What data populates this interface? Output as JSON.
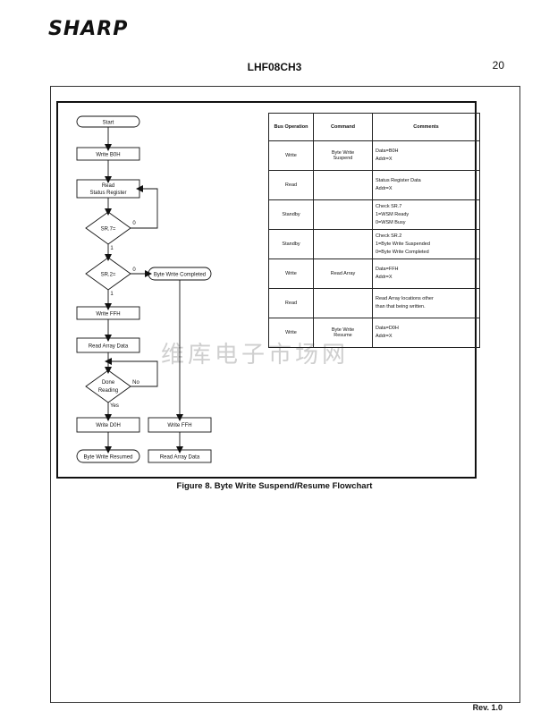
{
  "header": {
    "logo": "SHARP",
    "doc_id": "LHF08CH3",
    "page_number": "20"
  },
  "flowchart": {
    "start": "Start",
    "write_b0h": "Write B0H",
    "read_status_1": "Read",
    "read_status_2": "Status Register",
    "sr7": "SR.7=",
    "sr7_zero": "0",
    "sr7_one": "1",
    "sr2": "SR.2=",
    "sr2_zero": "0",
    "sr2_one": "1",
    "byte_write_completed": "Byte Write Completed",
    "write_ffh_left": "Write FFH",
    "read_array_data": "Read Array Data",
    "done_1": "Done",
    "done_2": "Reading",
    "no": "No",
    "yes": "Yes",
    "write_d0h": "Write D0H",
    "write_ffh_right": "Write FFH",
    "byte_write_resumed": "Byte Write Resumed",
    "read_array_data_end": "Read Array Data"
  },
  "table": {
    "headers": [
      "Bus Operation",
      "Command",
      "Comments"
    ],
    "rows": [
      {
        "op": "Write",
        "cmd": [
          "Byte Write",
          "Suspend"
        ],
        "comments": [
          "Data=B0H",
          "Addr=X"
        ]
      },
      {
        "op": "Read",
        "cmd": [],
        "comments": [
          "Status Register Data",
          "Addr=X"
        ]
      },
      {
        "op": "Standby",
        "cmd": [],
        "comments": [
          "Check SR.7",
          "1=WSM Ready",
          "0=WSM Busy"
        ]
      },
      {
        "op": "Standby",
        "cmd": [],
        "comments": [
          "Check SR.2",
          "1=Byte Write Suspended",
          "0=Byte Write Completed"
        ]
      },
      {
        "op": "Write",
        "cmd": [
          "Read Array"
        ],
        "comments": [
          "Data=FFH",
          "Addr=X"
        ]
      },
      {
        "op": "Read",
        "cmd": [],
        "comments": [
          "Read Array locations other",
          "than that being written."
        ]
      },
      {
        "op": "Write",
        "cmd": [
          "Byte Write",
          "Resume"
        ],
        "comments": [
          "Data=D0H",
          "Addr=X"
        ]
      }
    ]
  },
  "caption": "Figure 8.  Byte Write Suspend/Resume Flowchart",
  "watermark": "维库电子市场网",
  "footer": {
    "rev": "Rev. 1.0"
  }
}
